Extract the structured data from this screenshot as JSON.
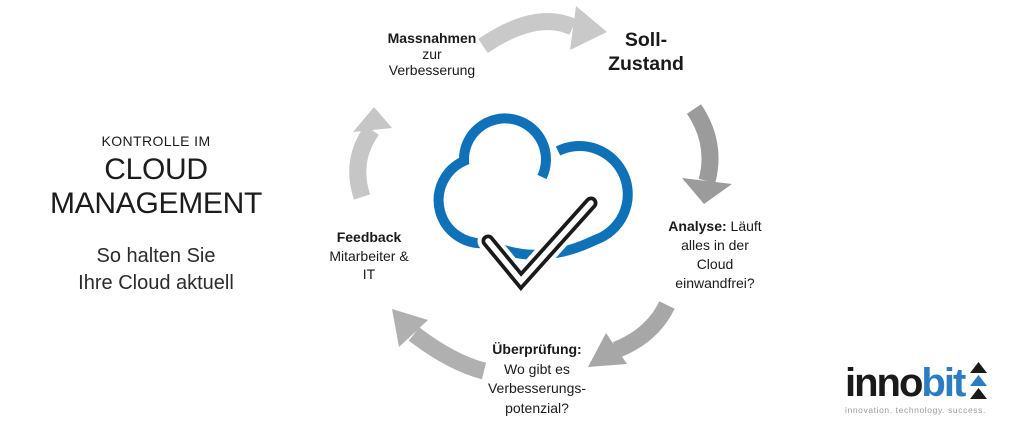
{
  "left_panel": {
    "kicker": "KONTROLLE IM",
    "title_line1": "CLOUD",
    "title_line2": "MANAGEMENT",
    "subtitle_line1": "So halten Sie",
    "subtitle_line2": "Ihre Cloud aktuell"
  },
  "cycle": {
    "massnahmen": {
      "bold": "Massnahmen",
      "line2": "zur",
      "line3": "Verbesserung"
    },
    "soll_zustand": {
      "line1": "Soll-",
      "line2": "Zustand"
    },
    "analyse": {
      "bold": "Analyse:",
      "line1_rest": " Läuft",
      "line2": "alles in der",
      "line3": "Cloud",
      "line4": "einwandfrei?"
    },
    "ueberpruefung": {
      "bold": "Überprüfung:",
      "line2": "Wo gibt es",
      "line3": "Verbesserungs-",
      "line4": "potenzial?"
    },
    "feedback": {
      "bold": "Feedback",
      "line2": "Mitarbeiter &",
      "line3": "IT"
    }
  },
  "cloud_icon": {
    "cloud_color": "#0F72B8",
    "check_outline_color": "#1A1A1A",
    "check_fill_color": "#FFFFFF"
  },
  "arrows": {
    "top": {
      "color": "#C9C9C9"
    },
    "right": {
      "color": "#9B9B9B"
    },
    "bottom_right": {
      "color": "#A7A7A7"
    },
    "bottom_left": {
      "color": "#B0B0B0"
    },
    "left": {
      "color": "#C6C6C6"
    }
  },
  "logo": {
    "part_black": "inno",
    "part_blue": "bit",
    "tagline": "innovation. technology. success.",
    "black_color": "#1A1A1A",
    "blue_color": "#2B7CC0",
    "mark_colors": [
      "#1A1A1A",
      "#2B7CC0",
      "#1A1A1A"
    ]
  }
}
